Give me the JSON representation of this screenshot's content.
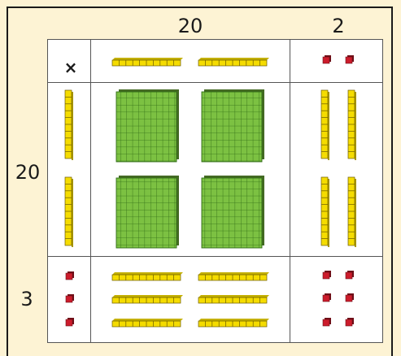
{
  "header": {
    "operation_symbol": "×",
    "top_labels": [
      "20",
      "2"
    ],
    "side_labels": [
      "20",
      "3"
    ]
  },
  "colors": {
    "background": "#fdf3d4",
    "hundred_square": "#7cc142",
    "ten_rod": "#f5dc00",
    "unit_cube": "#cc1c2c",
    "grid_line": "#555555"
  },
  "blocks": {
    "top_header_row": {
      "ten_rods": 2,
      "unit_cubes": 2
    },
    "left_header_col": {
      "ten_rods": 2,
      "unit_cubes": 3
    },
    "product_20x20": {
      "hundred_squares": 4
    },
    "product_20x2": {
      "ten_rods": 4
    },
    "product_3x20": {
      "ten_rods": 6
    },
    "product_3x2": {
      "unit_cubes": 6
    }
  }
}
